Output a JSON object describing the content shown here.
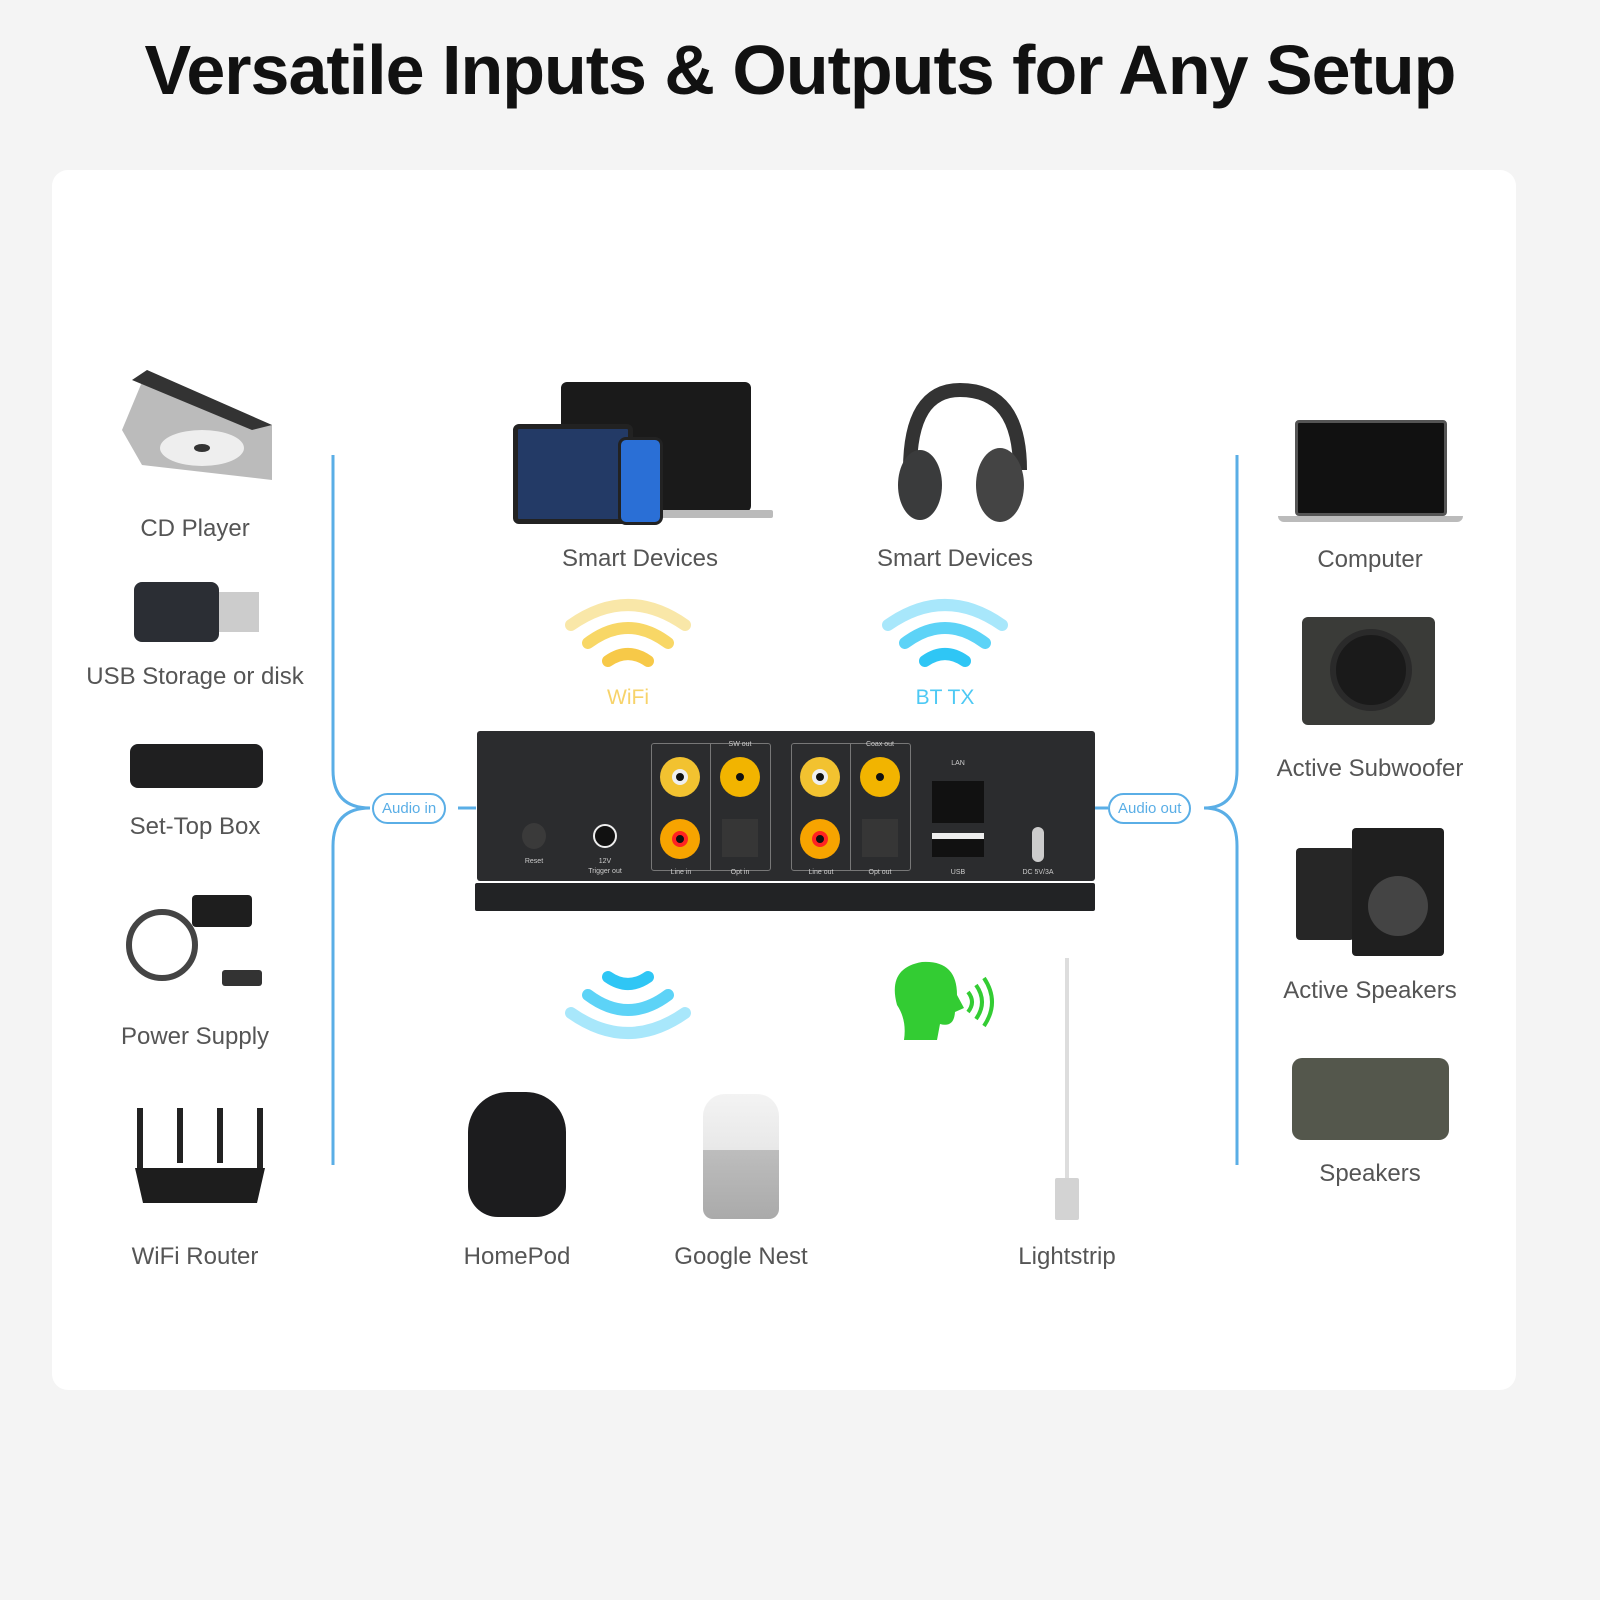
{
  "title": "Versatile Inputs & Outputs for Any Setup",
  "inputs": [
    {
      "label": "CD Player",
      "icon": "cd-player-icon"
    },
    {
      "label": "USB Storage or disk",
      "icon": "usb-drive-icon"
    },
    {
      "label": "Set-Top Box",
      "icon": "set-top-box-icon"
    },
    {
      "label": "Power Supply",
      "icon": "power-supply-icon"
    },
    {
      "label": "WiFi Router",
      "icon": "router-icon"
    }
  ],
  "outputs": [
    {
      "label": "Computer",
      "icon": "laptop-icon"
    },
    {
      "label": "Active Subwoofer",
      "icon": "subwoofer-icon"
    },
    {
      "label": "Active Speakers",
      "icon": "speakers-icon"
    },
    {
      "label": "Speakers",
      "icon": "bluetooth-speaker-icon"
    }
  ],
  "top": [
    {
      "label": "Smart Devices",
      "icon": "tablet-laptop-phone-icon"
    },
    {
      "label": "Smart Devices",
      "icon": "headphones-icon"
    }
  ],
  "wireless": {
    "wifi": "WiFi",
    "bt": "BT TX",
    "wifi_color": "#f7c948",
    "bt_color": "#2fc6f5"
  },
  "audio_in": "Audio in",
  "audio_out": "Audio out",
  "bottom": [
    {
      "label": "HomePod",
      "icon": "homepod-icon"
    },
    {
      "label": "Google Nest",
      "icon": "google-nest-icon"
    },
    {
      "label": "Lightstrip",
      "icon": "lightstrip-icon"
    }
  ],
  "ports": {
    "reset": "Reset",
    "trigger": "12V",
    "trigger2": "Trigger out",
    "line_in": "Line in",
    "opt_in": "Opt in",
    "sw_out": "SW out",
    "line_out": "Line out",
    "opt_out": "Opt out",
    "coax_out": "Coax out",
    "lan": "LAN",
    "usb": "USB",
    "dc": "DC 5V/3A"
  },
  "accent": "#5aaee6"
}
